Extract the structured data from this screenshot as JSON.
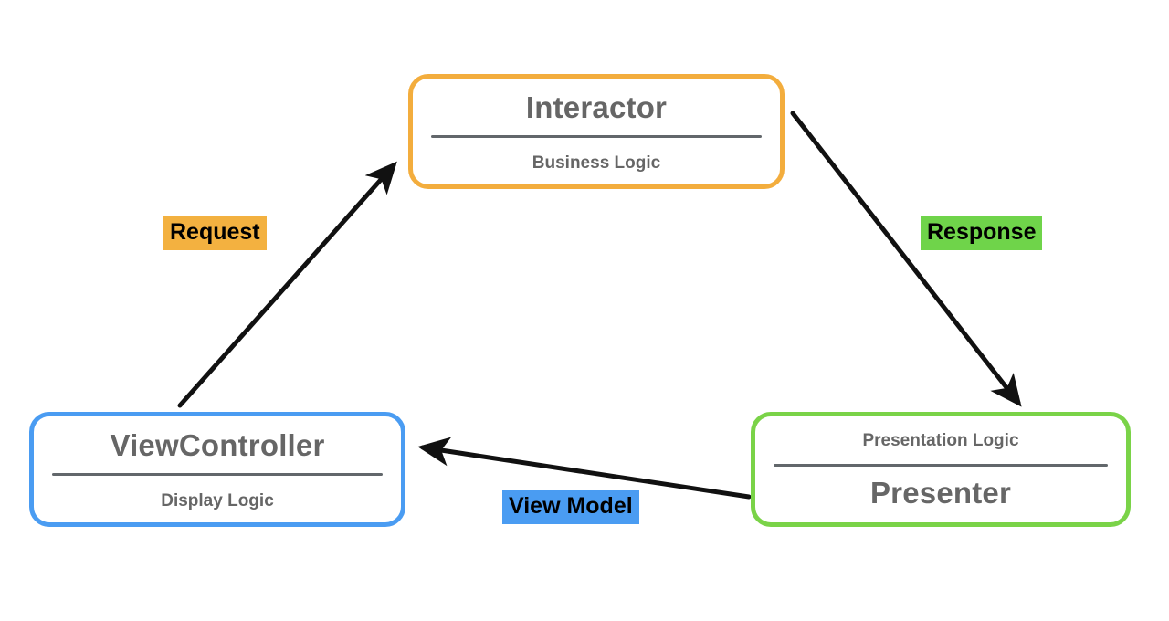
{
  "diagram": {
    "type": "cycle",
    "title": "VIP architecture cycle",
    "nodes": [
      {
        "id": "interactor",
        "title": "Interactor",
        "subtitle": "Business Logic",
        "color": "#f3ad3d",
        "title_position": "top"
      },
      {
        "id": "viewcontroller",
        "title": "ViewController",
        "subtitle": "Display Logic",
        "color": "#4a9cf2",
        "title_position": "top"
      },
      {
        "id": "presenter",
        "title": "Presenter",
        "subtitle": "Presentation Logic",
        "color": "#7ad348",
        "title_position": "bottom"
      }
    ],
    "edges": [
      {
        "id": "request",
        "label": "Request",
        "from": "viewcontroller",
        "to": "interactor",
        "label_background": "#f3b140",
        "label_color": "#000000"
      },
      {
        "id": "response",
        "label": "Response",
        "from": "interactor",
        "to": "presenter",
        "label_background": "#6fd44a",
        "label_color": "#000000"
      },
      {
        "id": "view-model",
        "label": "View Model",
        "from": "presenter",
        "to": "viewcontroller",
        "label_background": "#4a9cf2",
        "label_color": "#000000"
      }
    ],
    "colors": {
      "background": "#ffffff",
      "text": "#666666",
      "arrow": "#111111",
      "divider": "#555a5e"
    }
  }
}
